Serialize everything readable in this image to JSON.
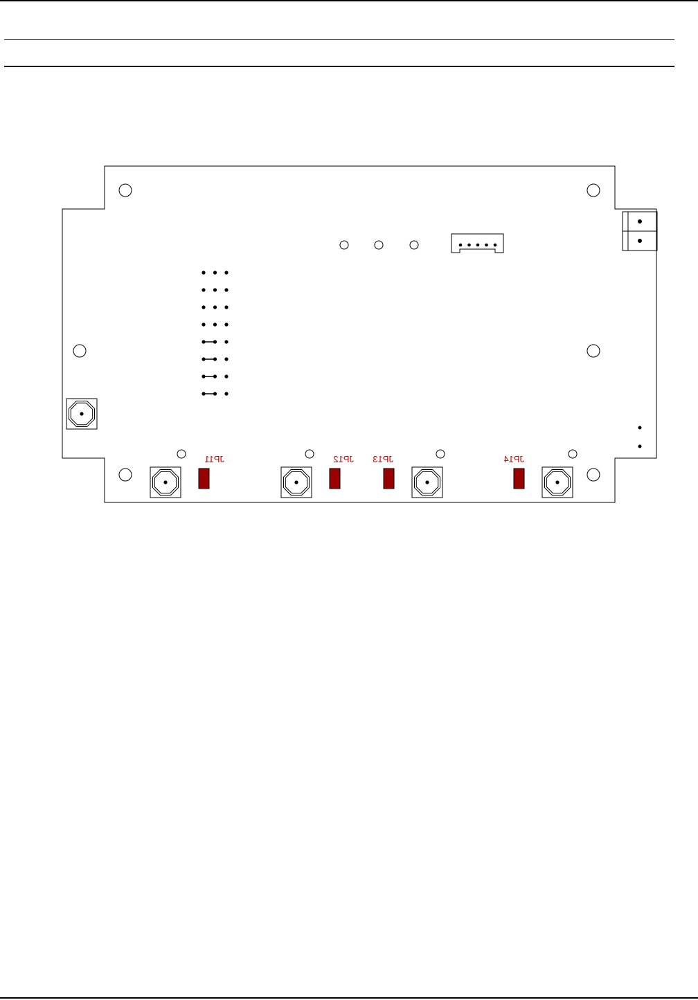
{
  "colors": {
    "outline": "#000000",
    "jumper_fill": "#990000",
    "jumper_label": "#cc0000",
    "background": "#ffffff"
  },
  "jumpers": [
    {
      "label": "JP11"
    },
    {
      "label": "JP12"
    },
    {
      "label": "JP13"
    },
    {
      "label": "JP14"
    }
  ],
  "header_pins": {
    "rows": 8,
    "cols": 3,
    "connected_rows": [
      5,
      6,
      7,
      8
    ]
  },
  "connector_pins": 5,
  "terminal_block_positions": 2
}
